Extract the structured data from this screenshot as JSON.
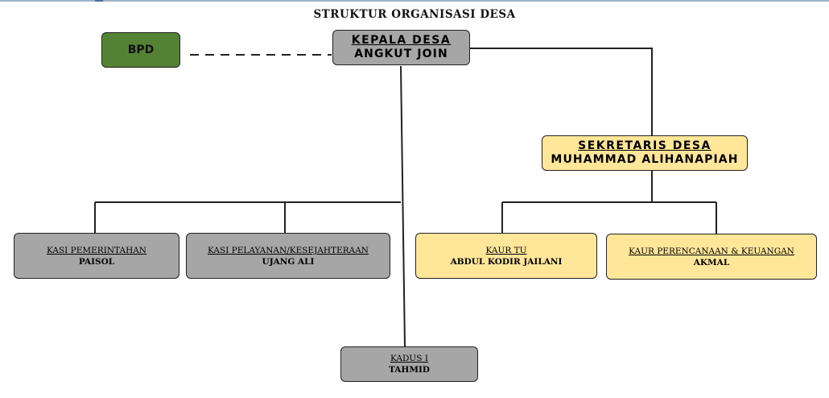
{
  "title": "STRUKTUR ORGANISASI DESA",
  "bpd": {
    "label": "BPD"
  },
  "kepala": {
    "role": "KEPALA DESA",
    "name": "ANGKUT JOIN"
  },
  "sekretaris": {
    "role": "SEKRETARIS  DESA",
    "name": "MUHAMMAD ALIHANAPIAH"
  },
  "kasi_pemerintahan": {
    "role": "KASI PEMERINTAHAN",
    "name": "PAISOL"
  },
  "kasi_pelayanan": {
    "role": "KASI PELAYANAN/KESEJAHTERAAN",
    "name": "UJANG ALI"
  },
  "kaur_tu": {
    "role": "KAUR  TU",
    "name": "ABDUL KODIR JAILANI"
  },
  "kaur_perencanaan": {
    "role": "KAUR  PERENCANAAN & KEUANGAN",
    "name": "AKMAL"
  },
  "kadus": {
    "role": "KADUS I",
    "name": "TAHMID"
  },
  "colors": {
    "gray": "#a6a6a6",
    "yellow": "#ffe699",
    "green": "#548235"
  }
}
